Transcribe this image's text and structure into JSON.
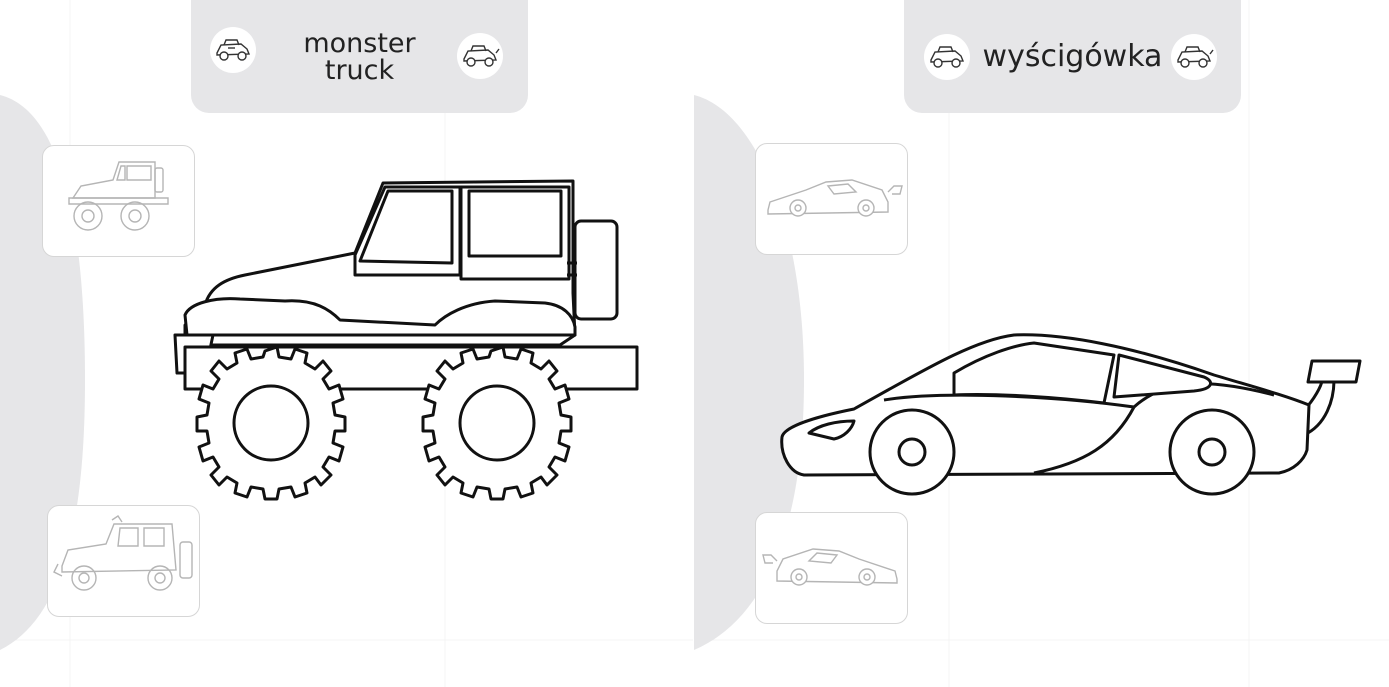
{
  "pages": [
    {
      "id": "left",
      "title_lines": [
        "monster",
        "truck"
      ],
      "subject": "monster-truck",
      "thumbnails": [
        "jeep-monster-truck-icon",
        "offroad-jeep-icon"
      ]
    },
    {
      "id": "right",
      "title_lines": [
        "wyścigówka"
      ],
      "subject": "race-car",
      "thumbnails": [
        "sports-car-icon",
        "sports-car-reversed-icon"
      ]
    }
  ],
  "colors": {
    "tab_background": "#e6e6e8",
    "side_arc": "#e6e6e8",
    "outline": "#111111",
    "thumbnail_border": "#d6d6d6",
    "thumbnail_art": "#b5b5b5"
  },
  "badge_icon": "cartoon-car-icon"
}
